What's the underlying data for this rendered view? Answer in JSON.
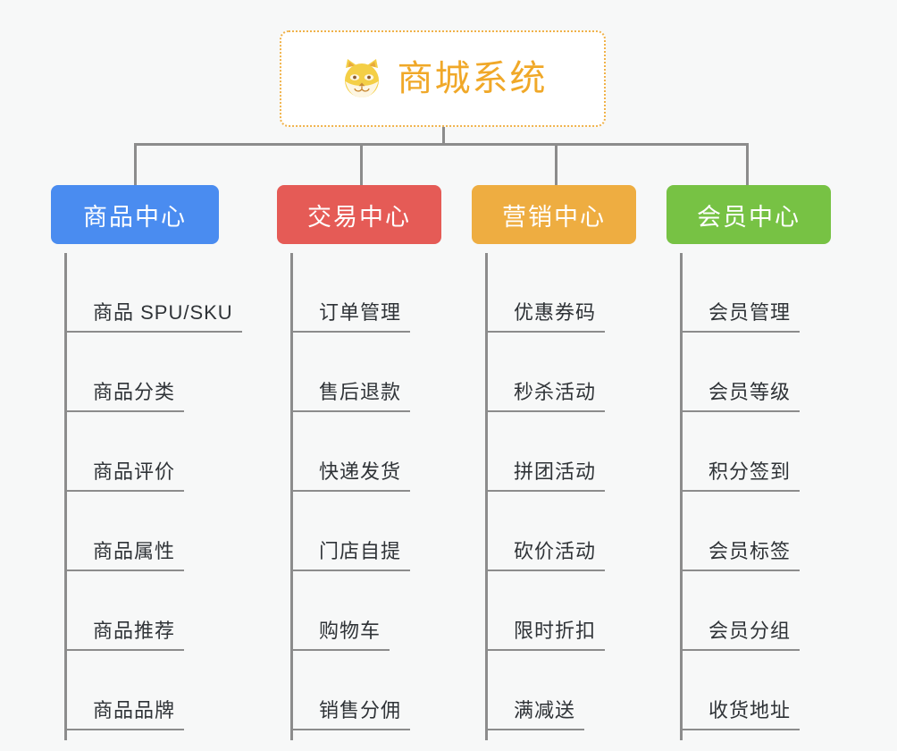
{
  "diagram": {
    "type": "org-tree",
    "background_color": "#f7f8f8",
    "connector_color": "#8c8c8c",
    "root": {
      "label": "商城系统",
      "icon": "shiba-dog-icon",
      "text_color": "#f0a828",
      "border_color": "#f0b24a",
      "background_color": "#ffffff"
    },
    "categories": [
      {
        "label": "商品中心",
        "color": "#4a8cf0",
        "items": [
          "商品 SPU/SKU",
          "商品分类",
          "商品评价",
          "商品属性",
          "商品推荐",
          "商品品牌"
        ]
      },
      {
        "label": "交易中心",
        "color": "#e55b56",
        "items": [
          "订单管理",
          "售后退款",
          "快递发货",
          "门店自提",
          "购物车",
          "销售分佣"
        ]
      },
      {
        "label": "营销中心",
        "color": "#eead41",
        "items": [
          "优惠券码",
          "秒杀活动",
          "拼团活动",
          "砍价活动",
          "限时折扣",
          "满减送"
        ]
      },
      {
        "label": "会员中心",
        "color": "#77c244",
        "items": [
          "会员管理",
          "会员等级",
          "积分签到",
          "会员标签",
          "会员分组",
          "收货地址"
        ]
      }
    ]
  }
}
